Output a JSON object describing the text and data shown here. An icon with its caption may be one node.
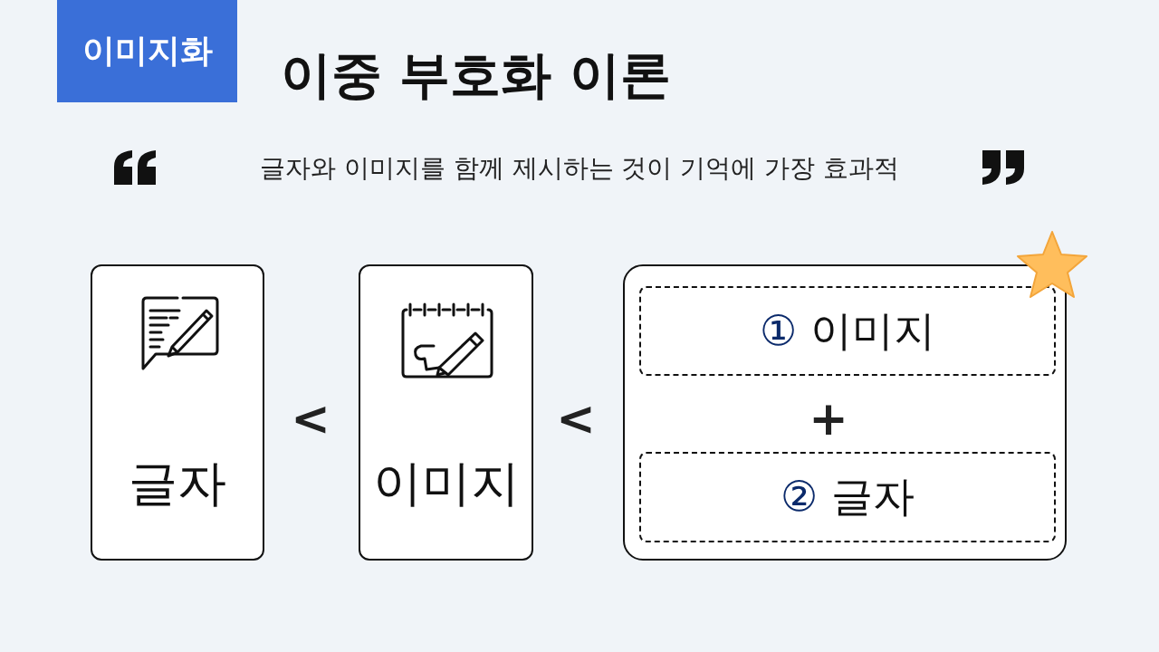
{
  "diagram": {
    "title": "이중 부호화 이론",
    "nodes": [
      {
        "text": [
          "이미지화"
        ]
      },
      {
        "text": [
          "글자"
        ]
      },
      {
        "text": [
          "이미지"
        ]
      },
      {
        "text": [],
        "shape": "box"
      },
      {
        "text": [
          "① 이미지"
        ],
        "in": 3
      },
      {
        "text": [
          "② 글자"
        ],
        "in": 3
      }
    ],
    "labels": [
      "글자와 이미지를 함께 제시하는 것이 기억에 가장 효과적",
      "<",
      "<",
      "+"
    ]
  }
}
